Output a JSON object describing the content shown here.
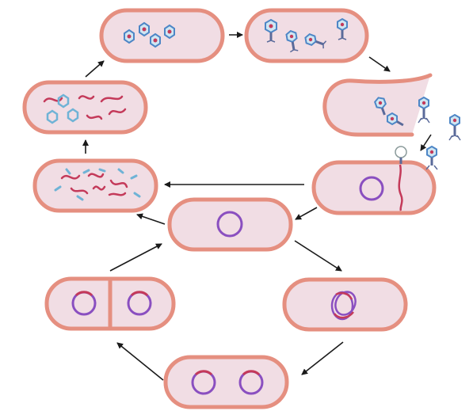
{
  "diagram": {
    "text_labels": [],
    "stages": [
      {
        "id": "progeny-assembled",
        "content": "assembled-phages"
      },
      {
        "id": "progeny-released",
        "content": "released-phages"
      },
      {
        "id": "attachment",
        "content": "phages-attaching-to-torn-cell-wall"
      },
      {
        "id": "injection",
        "content": "phage-dna-injected-circularizes"
      },
      {
        "id": "host-cell",
        "content": "circular-chromosome"
      },
      {
        "id": "replication-of-parts",
        "content": "phage-dna-and-capsid-pieces"
      },
      {
        "id": "assembly",
        "content": "dna-and-capsids-assembling"
      },
      {
        "id": "integration",
        "content": "prophage-integrated-chromosome"
      },
      {
        "id": "lysogen-division",
        "content": "two-chromosomes-in-one-cell"
      },
      {
        "id": "daughter-cells",
        "content": "two-daughter-cells-with-chromosomes"
      }
    ],
    "cycles": [
      "lytic",
      "lysogenic"
    ]
  },
  "colors": {
    "cell_wall": "#e58f80",
    "cell_fill": "#f1dde4",
    "chromosome": "#8a4fc0",
    "phage_dna": "#c43a5a",
    "capsid": "#4d86c6",
    "capsid_part": "#6fb3d6",
    "phage_tail": "#5a6a9a",
    "arrow": "#1a1a1a"
  }
}
